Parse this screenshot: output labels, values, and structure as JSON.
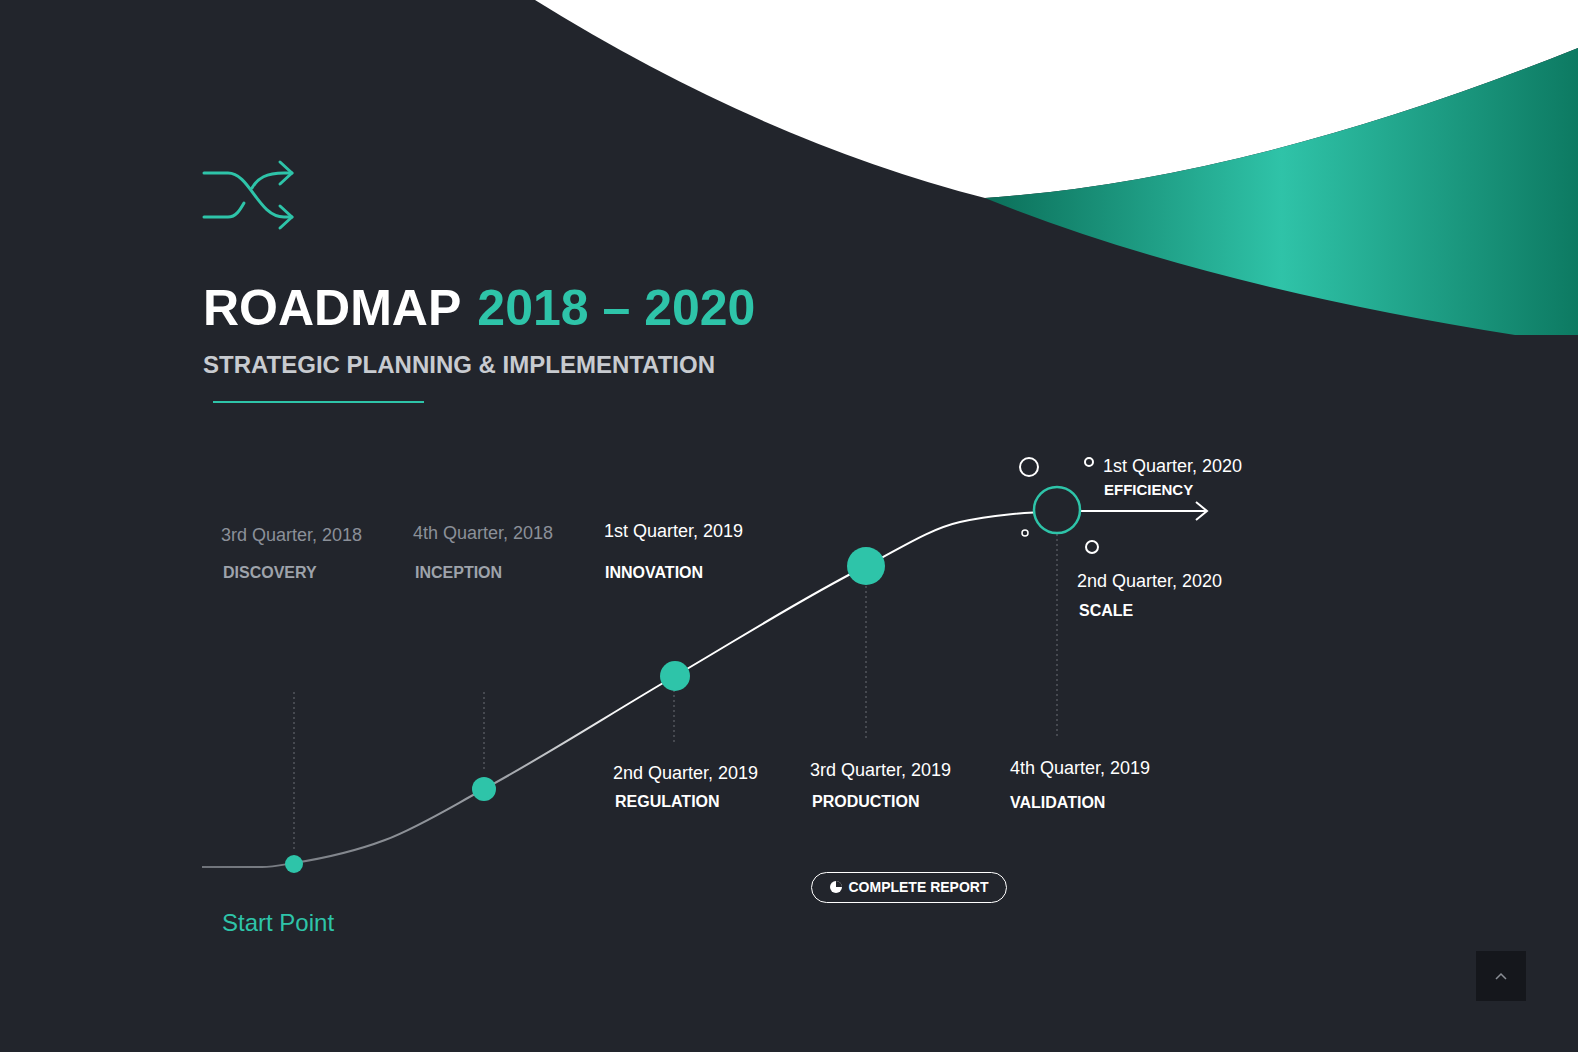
{
  "diagram": {
    "title": "ROADMAP",
    "nodes": [
      {
        "text": [
          "COMPLETE REPORT"
        ]
      }
    ],
    "labels": [
      "2018 – 2020",
      "STRATEGIC PLANNING & IMPLEMENTATION",
      "3rd Quarter, 2018",
      "DISCOVERY",
      "4th Quarter, 2018",
      "INCEPTION",
      "1st Quarter, 2019",
      "INNOVATION",
      "2nd Quarter, 2019",
      "REGULATION",
      "3rd Quarter, 2019",
      "PRODUCTION",
      "4th Quarter, 2019",
      "VALIDATION",
      "1st Quarter, 2020",
      "EFFICIENCY",
      "2nd Quarter, 2020",
      "SCALE",
      "Start Point"
    ]
  }
}
